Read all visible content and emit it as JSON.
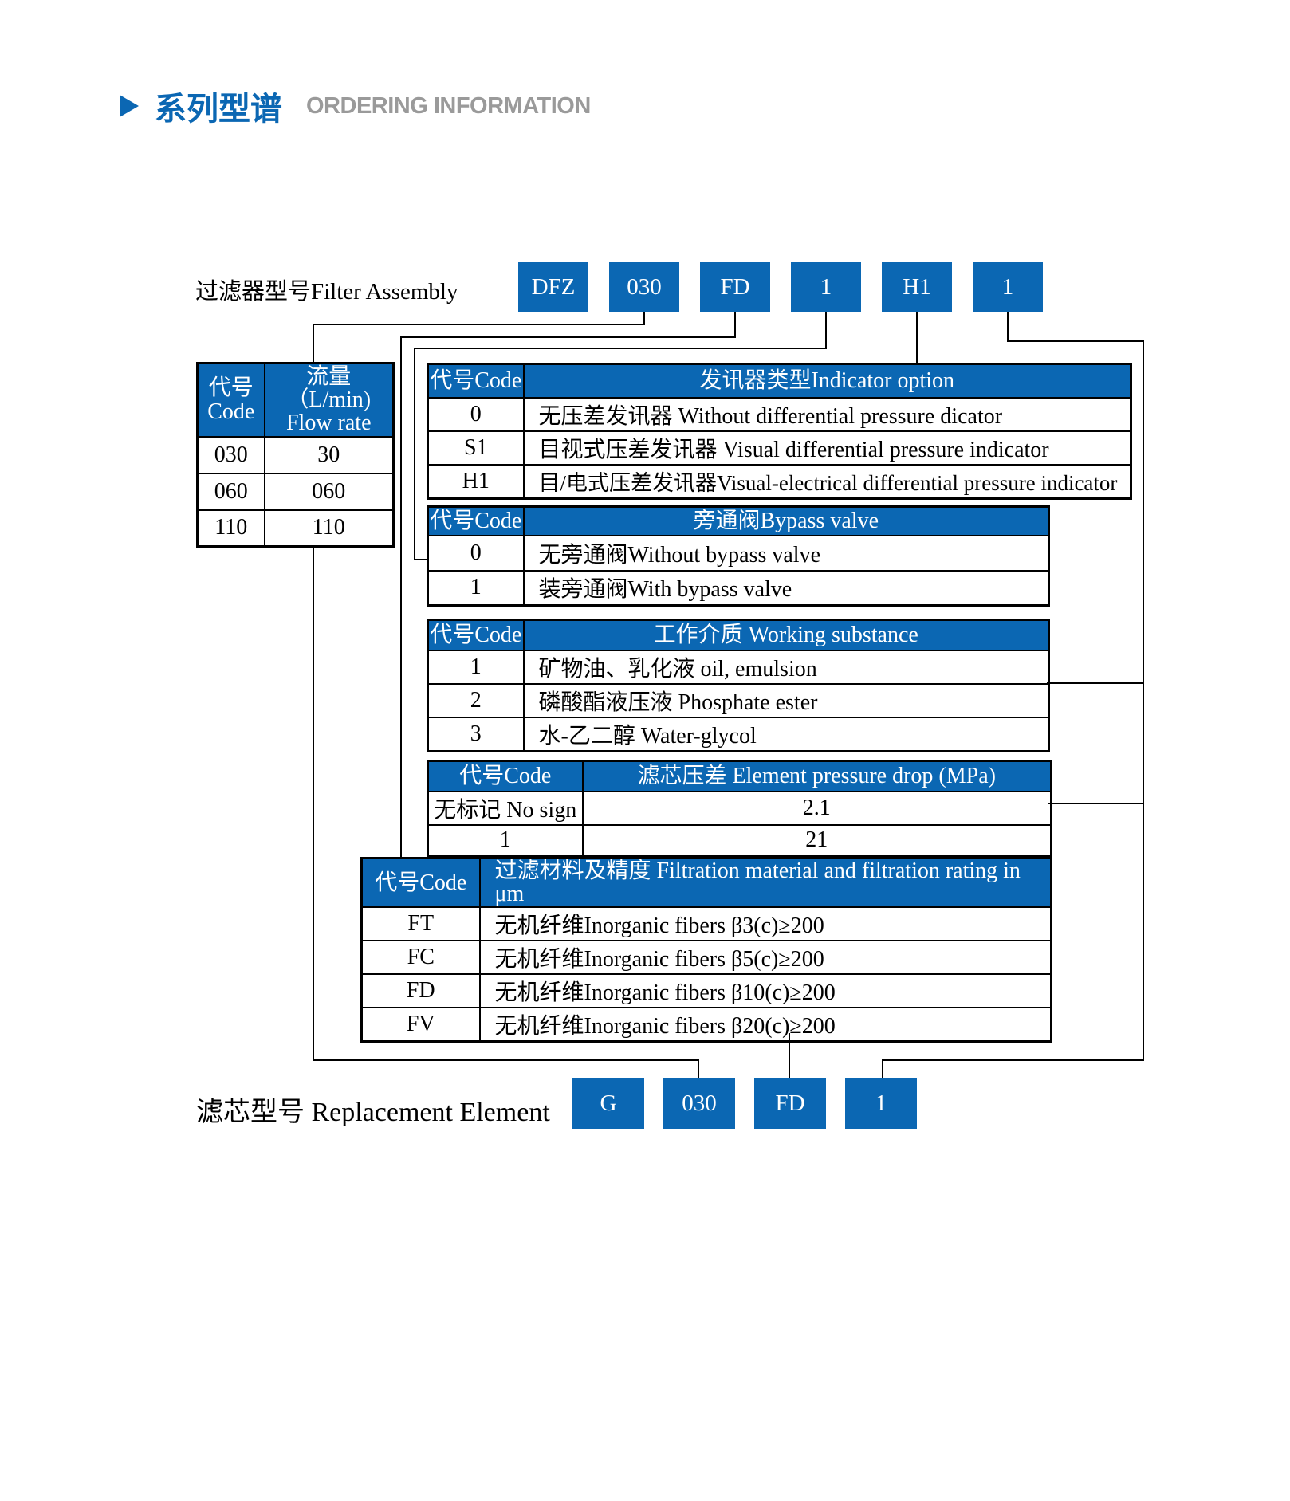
{
  "header": {
    "title_cn": "系列型谱",
    "title_en": "ORDERING INFORMATION"
  },
  "filter_assembly": {
    "label": "过滤器型号Filter Assembly",
    "codes": [
      "DFZ",
      "030",
      "FD",
      "1",
      "H1",
      "1"
    ]
  },
  "replacement_element": {
    "label": "滤芯型号 Replacement Element",
    "codes": [
      "G",
      "030",
      "FD",
      "1"
    ]
  },
  "flow_table": {
    "headers": [
      [
        "代号",
        "Code"
      ],
      [
        "流量（L/min)",
        "Flow rate"
      ]
    ],
    "rows": [
      [
        "030",
        "30"
      ],
      [
        "060",
        "060"
      ],
      [
        "110",
        "110"
      ]
    ]
  },
  "indicator_table": {
    "headers": [
      "代号Code",
      "发讯器类型Indicator option"
    ],
    "rows": [
      [
        "0",
        "无压差发讯器 Without differential pressure dicator"
      ],
      [
        "S1",
        "目视式压差发讯器 Visual differential pressure indicator"
      ],
      [
        "H1",
        "目/电式压差发讯器Visual-electrical differential pressure indicator"
      ]
    ]
  },
  "bypass_table": {
    "headers": [
      "代号Code",
      "旁通阀Bypass valve"
    ],
    "rows": [
      [
        "0",
        "无旁通阀Without bypass valve"
      ],
      [
        "1",
        "装旁通阀With bypass valve"
      ]
    ]
  },
  "substance_table": {
    "headers": [
      "代号Code",
      "工作介质 Working substance"
    ],
    "rows": [
      [
        "1",
        "矿物油、乳化液 oil, emulsion"
      ],
      [
        "2",
        "磷酸酯液压液 Phosphate ester"
      ],
      [
        "3",
        "水-乙二醇 Water-glycol"
      ]
    ]
  },
  "pressure_table": {
    "headers": [
      "代号Code",
      "滤芯压差 Element pressure drop (MPa)"
    ],
    "rows": [
      [
        "无标记 No sign",
        "2.1"
      ],
      [
        "1",
        "21"
      ]
    ]
  },
  "filtration_table": {
    "headers": [
      "代号Code",
      "过滤材料及精度 Filtration material and filtration rating in μm"
    ],
    "rows": [
      [
        "FT",
        "无机纤维Inorganic fibers β3(c)≥200"
      ],
      [
        "FC",
        "无机纤维Inorganic fibers β5(c)≥200"
      ],
      [
        "FD",
        "无机纤维Inorganic fibers β10(c)≥200"
      ],
      [
        "FV",
        "无机纤维Inorganic fibers β20(c)≥200"
      ]
    ]
  },
  "colors": {
    "accent": "#0b67b3",
    "header_en": "#9a9a9a"
  }
}
